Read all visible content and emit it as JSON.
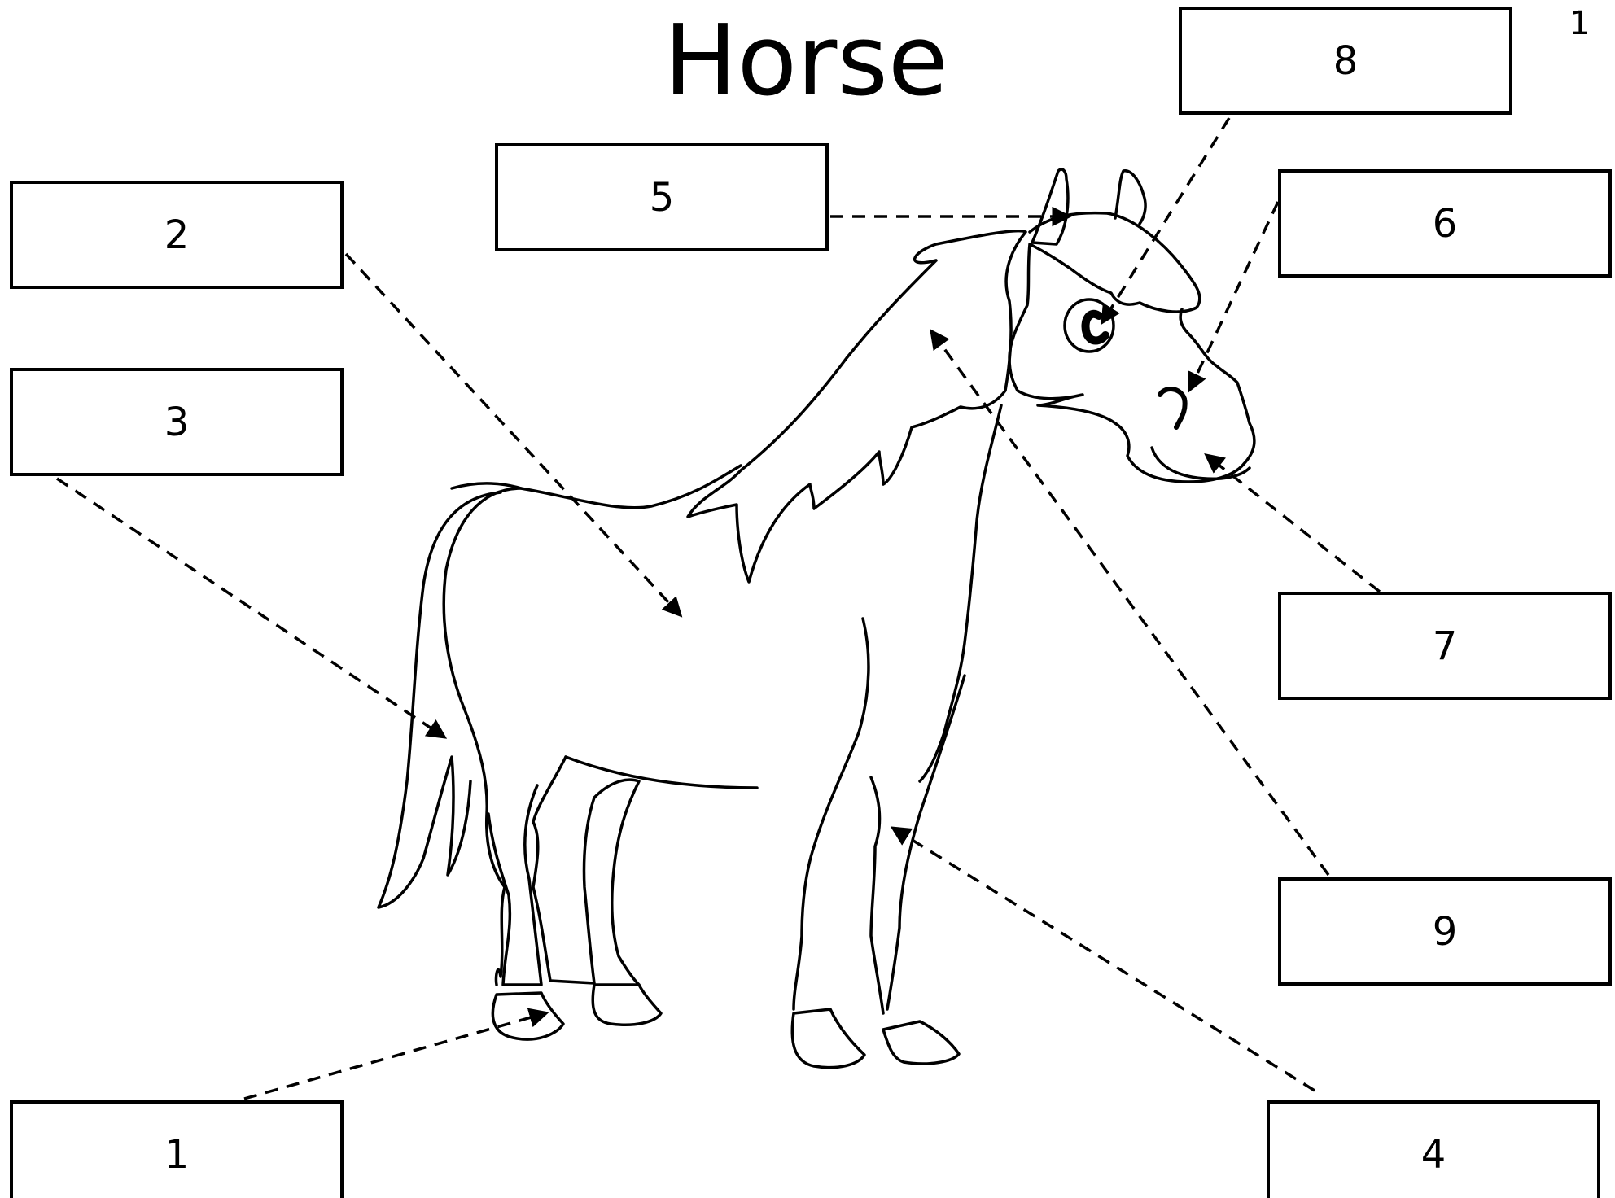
{
  "title": "Horse",
  "page_number": "1",
  "labels": [
    {
      "number": "1",
      "icon": "empty-answer-box"
    },
    {
      "number": "2",
      "icon": "empty-answer-box"
    },
    {
      "number": "3",
      "icon": "empty-answer-box"
    },
    {
      "number": "4",
      "icon": "empty-answer-box"
    },
    {
      "number": "5",
      "icon": "empty-answer-box"
    },
    {
      "number": "6",
      "icon": "empty-answer-box"
    },
    {
      "number": "7",
      "icon": "empty-answer-box"
    },
    {
      "number": "8",
      "icon": "empty-answer-box"
    },
    {
      "number": "9",
      "icon": "empty-answer-box"
    }
  ],
  "illustration": {
    "subject": "horse-outline",
    "stroke_color": "#000000",
    "background_color": "#ffffff"
  }
}
